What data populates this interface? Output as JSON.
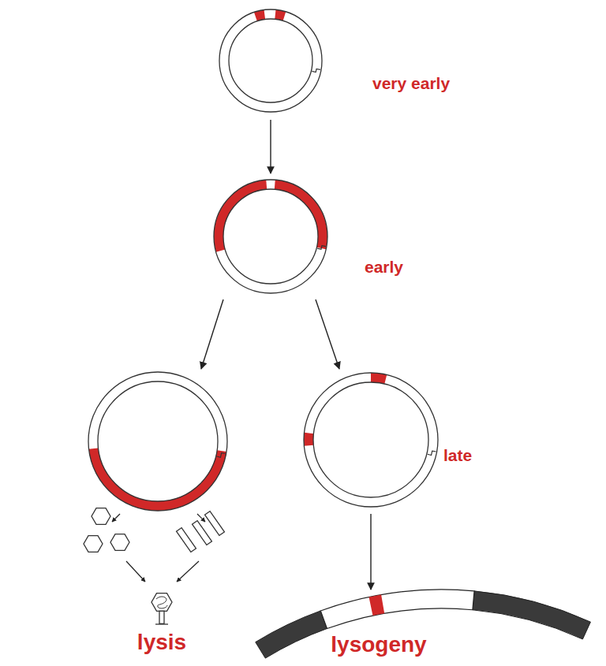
{
  "diagram": {
    "nodes": [
      {
        "text": [
          "very early"
        ]
      },
      {
        "text": [
          "early"
        ]
      },
      {
        "text": [
          "lysis"
        ]
      },
      {
        "text": [
          "late"
        ]
      },
      {
        "text": [
          "lysogeny"
        ]
      }
    ],
    "edges": [
      {
        "from": 0,
        "to": 1,
        "arrow": "to"
      },
      {
        "from": 1,
        "to": 2,
        "arrow": "to"
      },
      {
        "from": 1,
        "to": 3,
        "arrow": "to"
      },
      {
        "from": 3,
        "to": 4,
        "arrow": "to"
      }
    ]
  }
}
